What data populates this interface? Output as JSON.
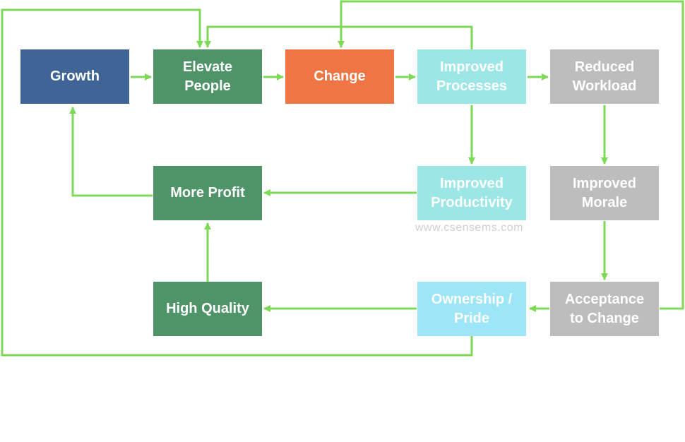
{
  "colors": {
    "connector": "#7ed957",
    "growth": "#3f6496",
    "dark_green": "#4f9468",
    "change": "#ef7545",
    "teal": "#9ce7e6",
    "grey": "#bdbdbd",
    "sky": "#9ce6f7",
    "watermark": "#cfcfcf"
  },
  "nodes": {
    "growth": "Growth",
    "elevate_people": "Elevate\nPeople",
    "change": "Change",
    "improved_processes": "Improved\nProcesses",
    "reduced_workload": "Reduced\nWorkload",
    "more_profit": "More Profit",
    "improved_productivity": "Improved\nProductivity",
    "improved_morale": "Improved\nMorale",
    "high_quality": "High Quality",
    "ownership_pride": "Ownership /\nPride",
    "acceptance_to_change": "Acceptance\nto Change"
  },
  "watermark": "www.csensems.com"
}
